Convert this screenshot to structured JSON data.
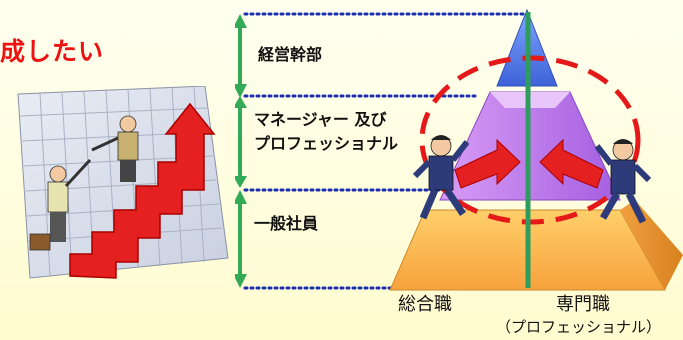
{
  "headline": "成したい",
  "levels": [
    {
      "label": "経営幹部"
    },
    {
      "label_line1": "マネージャー 及び",
      "label_line2": "プロフェッショナル"
    },
    {
      "label": "一般社員"
    }
  ],
  "axis": {
    "left": "総合職",
    "right": "専門職",
    "right_sub": "（プロフェッショナル）"
  },
  "colors": {
    "headline": "#ee1111",
    "arrow_green": "#33aa55",
    "dotted_blue": "#1a2fb0",
    "dashed_red": "#e51919",
    "divider": "#2e9c5c"
  }
}
